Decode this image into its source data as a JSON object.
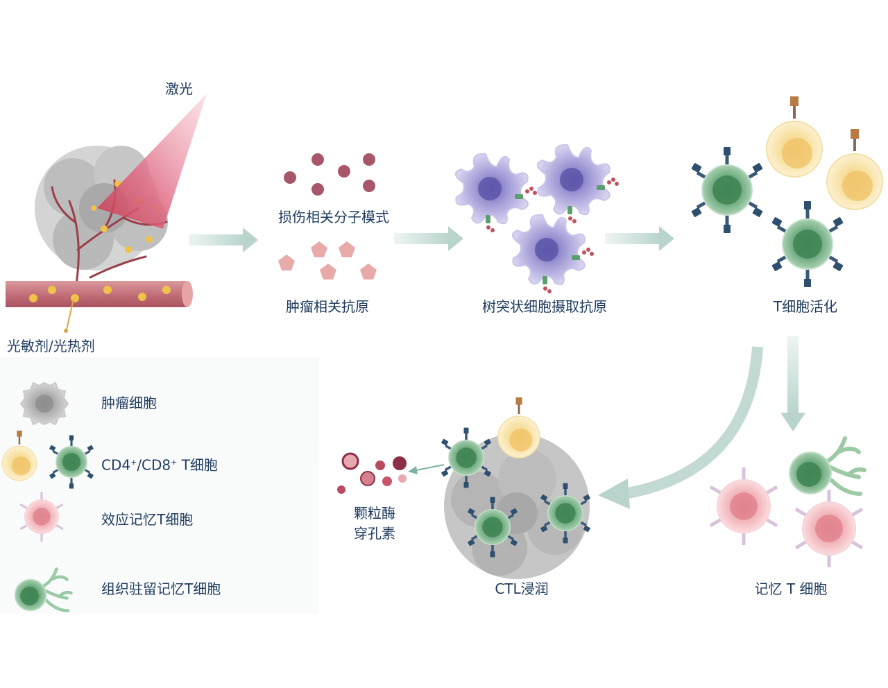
{
  "labels": {
    "laser": "激光",
    "photosensitizer": "光敏剂/光热剂",
    "damp": "损伤相关分子模式",
    "taa": "肿瘤相关抗原",
    "dc": "树突状细胞摄取抗原",
    "t_activation": "T细胞活化",
    "granzyme_line1": "颗粒酶",
    "granzyme_line2": "穿孔素",
    "ctl": "CTL浸润",
    "memory_t": "记忆 T 细胞"
  },
  "legend": {
    "tumor_cell": "肿瘤细胞",
    "cd4_part": "CD4",
    "plus1": "+",
    "cd8_part": "/CD8",
    "plus2": "+",
    "t_cell_part": " T细胞",
    "effector_memory": "效应记忆T细胞",
    "tissue_resident": "组织驻留记忆T细胞"
  },
  "colors": {
    "text": "#1e3a5c",
    "arrow": "#c9ddd8",
    "tumor": "#b3b3b3",
    "damp": "#a8576a",
    "taa": "#e5a4a6",
    "dc": "#a79fd6",
    "t_green": "#6dab7f",
    "t_yellow": "#f5d98a",
    "effector": "#f0b4b8",
    "receptor": "#3c5a78"
  }
}
